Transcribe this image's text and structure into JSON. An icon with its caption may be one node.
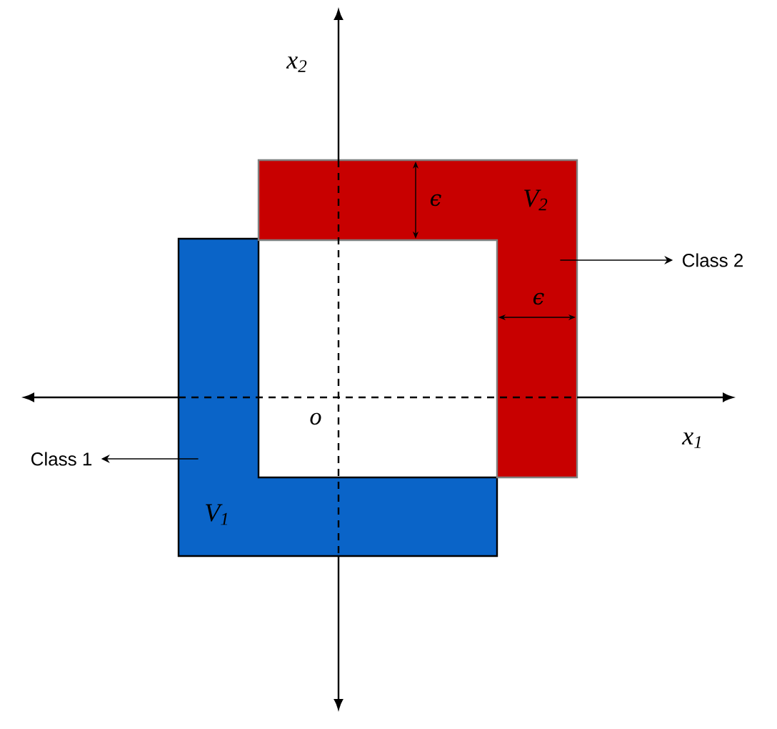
{
  "diagram": {
    "nodes": [
      {
        "text": [
          "V$_{1}$"
        ]
      },
      {
        "text": [
          "V$_{2}$"
        ]
      },
      {
        "text": [
          "Class 1"
        ]
      },
      {
        "text": [
          "Class 2"
        ]
      }
    ],
    "edges": [
      {
        "from": 0,
        "to": 2,
        "arrow": "to"
      },
      {
        "from": 1,
        "to": 3,
        "arrow": "to"
      }
    ],
    "labels": [
      "x$_{2}$",
      "ϵ",
      "ϵ",
      "o",
      "x$_{1}$"
    ]
  }
}
